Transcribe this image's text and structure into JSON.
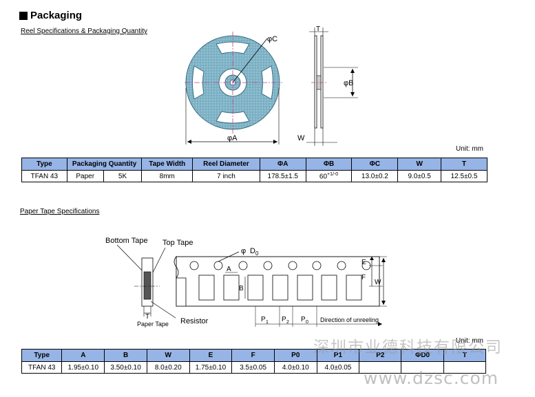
{
  "heading": "Packaging",
  "section1": {
    "subtitle": "Reel Specifications & Packaging Quantity",
    "labels": {
      "phiC": "φC",
      "phiA": "φA",
      "phiB": "φB",
      "T": "T",
      "W": "W"
    },
    "unit": "Unit: mm",
    "table": {
      "headers": [
        "Type",
        "Packaging Quantity",
        "Tape Width",
        "Reel Diameter",
        "ΦA",
        "ΦB",
        "ΦC",
        "W",
        "T"
      ],
      "row": [
        "TFAN 43",
        "Paper",
        "5K",
        "8mm",
        "7 inch",
        "178.5±1.5",
        "60",
        "+1/-0",
        "13.0±0.2",
        "9.0±0.5",
        "12.5±0.5"
      ]
    }
  },
  "section2": {
    "subtitle": "Paper Tape Specifications",
    "labels": {
      "bottom_tape": "Bottom Tape",
      "top_tape": "Top Tape",
      "d0": "D",
      "d0_sub": "0",
      "phi": "φ",
      "E": "E",
      "F": "F",
      "W": "W",
      "A": "A",
      "B": "B",
      "T": "T",
      "paper_tape": "Paper Tape",
      "resistor": "Resistor",
      "p1": "P",
      "p1_sub": "1",
      "p2": "P",
      "p2_sub": "2",
      "p0": "P",
      "p0_sub": "0",
      "direction": "Direction of unreeling"
    },
    "unit": "Unit: mm",
    "table": {
      "headers": [
        "Type",
        "A",
        "B",
        "W",
        "E",
        "F",
        "P0",
        "P1",
        "P2",
        "ΦD0",
        "T"
      ],
      "row": [
        "TFAN 43",
        "1.95±0.10",
        "3.50±0.10",
        "8.0±0.20",
        "1.75±0.10",
        "3.5±0.05",
        "4.0±0.10",
        "4.0±0.05",
        "",
        "",
        ""
      ]
    }
  },
  "watermark": {
    "cn": "深圳市业德科技有限公司",
    "url": "www.dzsc.com"
  }
}
